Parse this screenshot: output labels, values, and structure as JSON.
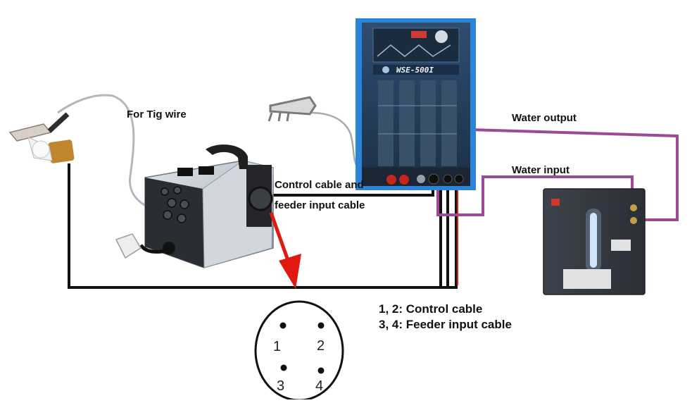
{
  "labels": {
    "tig_wire": "For Tig wire",
    "control_cable_line1": "Control cable and",
    "control_cable_line2": "feeder input cable",
    "water_output": "Water  output",
    "water_input": "Water  input",
    "legend_line1": "1, 2:  Control cable",
    "legend_line2": "3, 4:  Feeder input cable"
  },
  "machine": {
    "model": "WSE-500I"
  },
  "connector_pins": [
    "1",
    "2",
    "3",
    "4"
  ],
  "colors": {
    "cable": "#111111",
    "water_hose": "#9c4a94",
    "arrow": "#e01a10",
    "power_source_frame": "#2b84d6",
    "power_source_body": "#27405e",
    "feeder_body": "#c3c9d2",
    "cooler_body": "#3a3f47"
  }
}
